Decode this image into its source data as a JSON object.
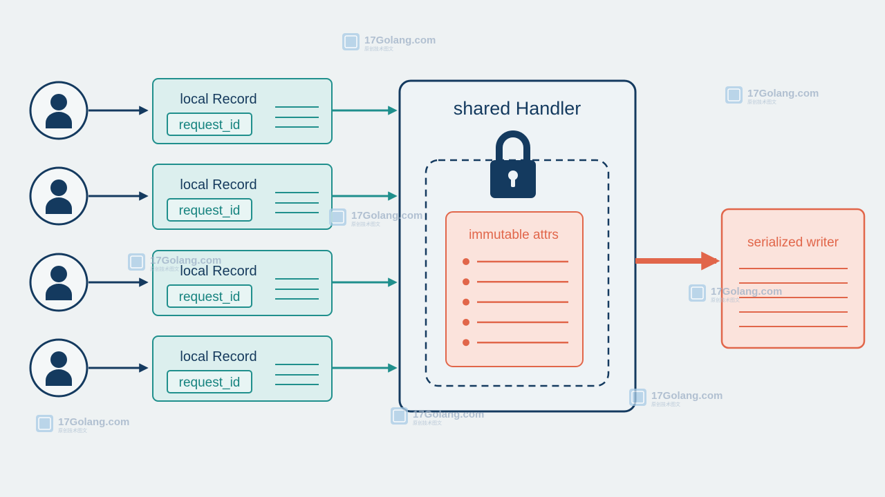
{
  "records": [
    {
      "title": "local Record",
      "field": "request_id"
    },
    {
      "title": "local Record",
      "field": "request_id"
    },
    {
      "title": "local Record",
      "field": "request_id"
    },
    {
      "title": "local Record",
      "field": "request_id"
    }
  ],
  "handler": {
    "title": "shared Handler",
    "lock_icon": "padlock-icon",
    "attrs_title": "immutable attrs",
    "attr_bullet_count": 5
  },
  "writer": {
    "title": "serialized writer",
    "line_count": 5
  },
  "watermark": {
    "text": "17Golang.com",
    "subtext": "原创技术图文"
  },
  "colors": {
    "navy": "#143a5f",
    "teal": "#1f8f8c",
    "teal_fill": "#dcefee",
    "coral": "#e1664a",
    "coral_fill": "#fbe3dc",
    "background": "#eef2f3"
  }
}
